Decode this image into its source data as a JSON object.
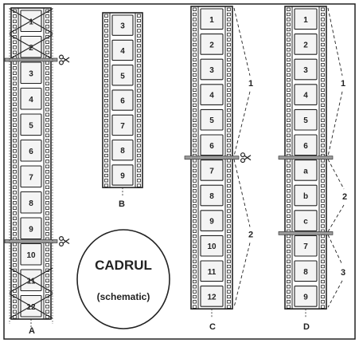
{
  "colors": {
    "ink": "#222222",
    "paper": "#ffffff",
    "frame_fill": "#f4f4f4",
    "cut_bar": "#9a9a9a"
  },
  "strips": {
    "A": {
      "label": "A",
      "frames": [
        "1",
        "2",
        "3",
        "4",
        "5",
        "6",
        "7",
        "8",
        "9",
        "10",
        "11",
        "12"
      ],
      "crossed_out": [
        "1",
        "2",
        "11",
        "12"
      ],
      "cuts_after": [
        "2",
        "9"
      ]
    },
    "B": {
      "label": "B",
      "frames": [
        "3",
        "4",
        "5",
        "6",
        "7",
        "8",
        "9"
      ]
    },
    "C": {
      "label": "C",
      "frames": [
        "1",
        "2",
        "3",
        "4",
        "5",
        "6",
        "7",
        "8",
        "9",
        "10",
        "11",
        "12"
      ],
      "cuts_after": [
        "6"
      ],
      "group_labels": [
        "1",
        "2"
      ]
    },
    "D": {
      "label": "D",
      "frames": [
        "1",
        "2",
        "3",
        "4",
        "5",
        "6",
        "a",
        "b",
        "c",
        "7",
        "8",
        "9"
      ],
      "cuts_after": [
        "6",
        "c"
      ],
      "group_labels": [
        "1",
        "2",
        "3"
      ]
    }
  },
  "cadrul": {
    "title": "CADRUL",
    "subtitle": "(schematic)"
  },
  "icons": {
    "cut": "scissors-icon"
  }
}
